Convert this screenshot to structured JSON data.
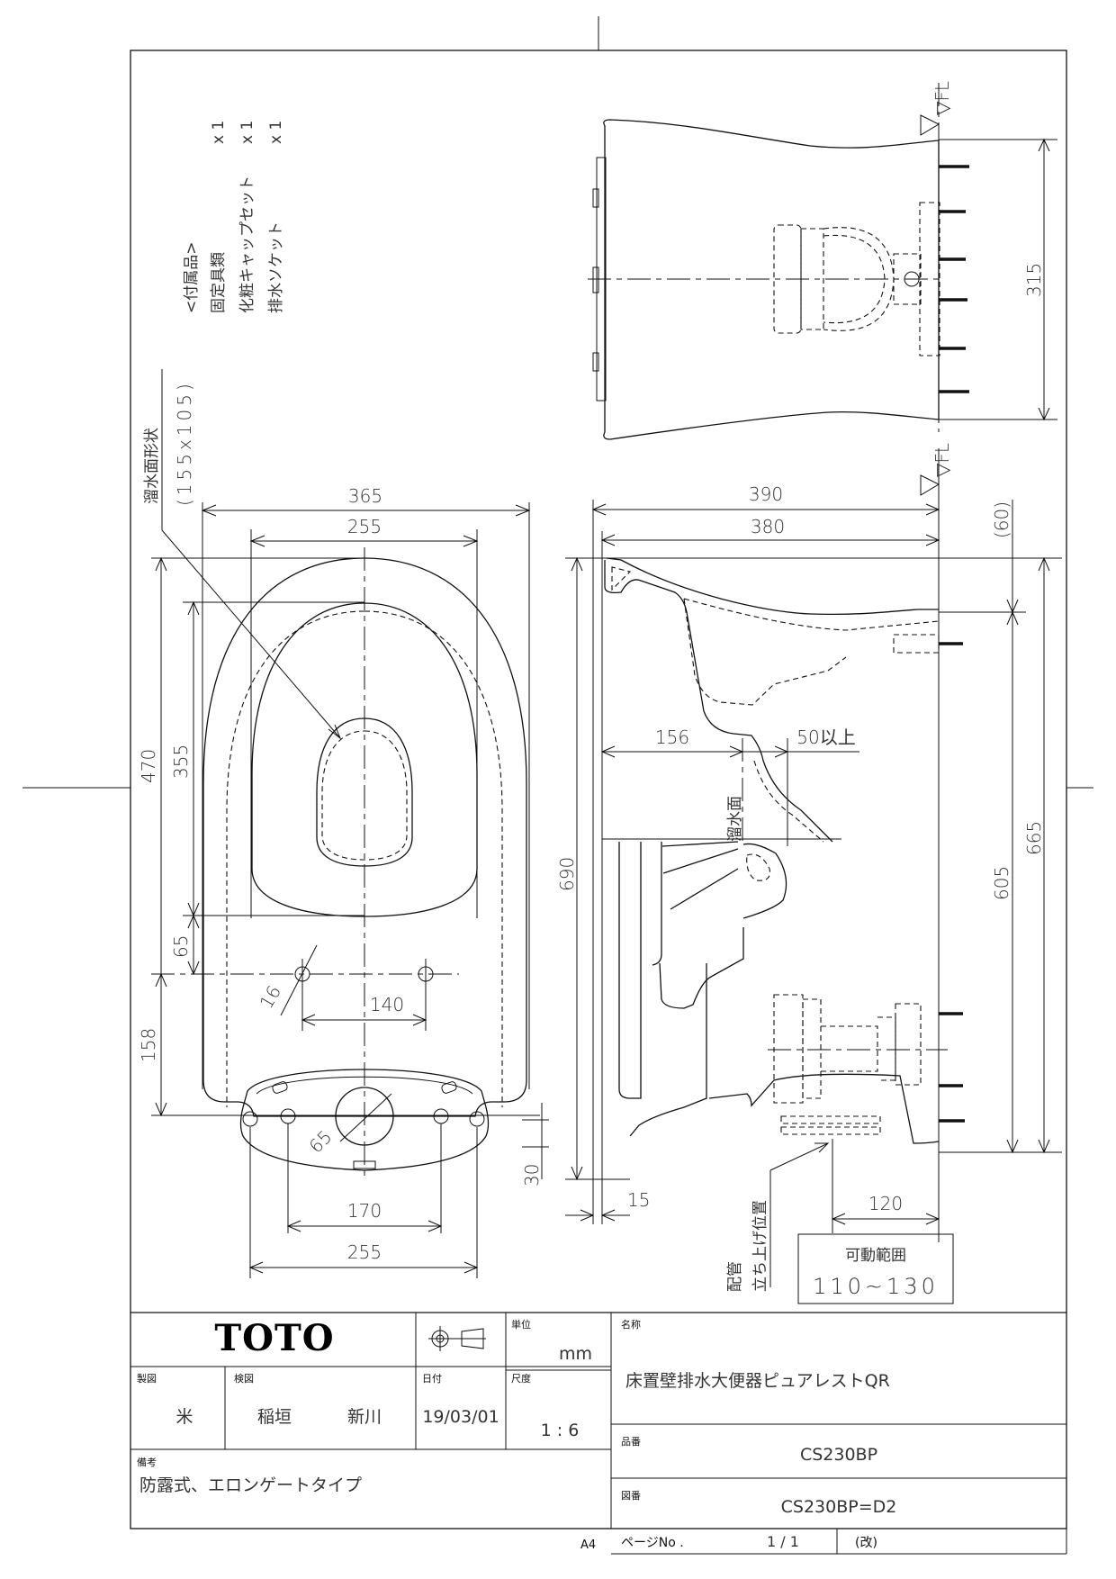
{
  "accessories": {
    "header": "<付属品>",
    "items": [
      {
        "name": "固定具類",
        "qty": "x 1"
      },
      {
        "name": "化粧キャップセット",
        "qty": "x 1"
      },
      {
        "name": "排水ソケット",
        "qty": "x 1"
      }
    ]
  },
  "top_view": {
    "trap_shape_label": "溜水面形状",
    "trap_shape_size": "(155x105)",
    "dims": {
      "width_outer": "365",
      "width_seat": "255",
      "length_470": "470",
      "length_355": "355",
      "d65": "65",
      "d158": "158",
      "hole_dia": "16",
      "hole_spacing": "140",
      "outlet_dia": "65",
      "base_170": "170",
      "base_255": "255",
      "offset_30": "30"
    }
  },
  "floor_plan": {
    "fl_label": "▽FL",
    "dim_315": "315"
  },
  "side_view": {
    "fl_label": "▽FL",
    "dims": {
      "d390": "390",
      "d380": "380",
      "d60": "(60)",
      "d156": "156",
      "d50": "50以上",
      "d690": "690",
      "d605": "605",
      "d665": "665",
      "d15": "15",
      "d120": "120"
    },
    "water_level_label": "溜水面",
    "pipe_label_1": "配管",
    "pipe_label_2": "立ち上げ位置",
    "range_box": {
      "title": "可動範囲",
      "value": "110~130"
    }
  },
  "title_block": {
    "logo": "TOTO",
    "unit_label": "単位",
    "unit_value": "mm",
    "name_label": "名称",
    "name_value": "床置壁排水大便器ピュアレストQR",
    "drawn_label": "製図",
    "drawn_value": "米",
    "checked_label": "検図",
    "checked_value_1": "稲垣",
    "checked_value_2": "新川",
    "date_label": "日付",
    "date_value": "19/03/01",
    "scale_label": "尺度",
    "scale_value": "1 : 6",
    "part_label": "品番",
    "part_value": "CS230BP",
    "drawing_label": "図番",
    "drawing_value": "CS230BP=D2",
    "notes_label": "備考",
    "notes_value": "防露式、エロンゲートタイプ",
    "paper_size": "A4",
    "page_label": "ページNo .",
    "page_value": "1 / 1",
    "revision": "(改)"
  }
}
